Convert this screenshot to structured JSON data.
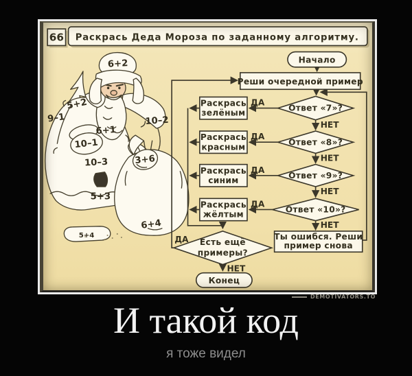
{
  "worksheet": {
    "number": "66",
    "task": "Раскрась Деда Мороза по заданному алгоритму.",
    "flowchart": {
      "start": "Начало",
      "solve": "Реши очередной пример",
      "yes": "ДА",
      "no": "НЕТ",
      "decisions": [
        "Ответ «7»?",
        "Ответ «8»?",
        "Ответ «9»?",
        "Ответ «10»?"
      ],
      "actions": [
        {
          "line1": "Раскрась",
          "line2": "зелёным"
        },
        {
          "line1": "Раскрась",
          "line2": "красным"
        },
        {
          "line1": "Раскрась",
          "line2": "синим"
        },
        {
          "line1": "Раскрась",
          "line2": "жёлтым"
        }
      ],
      "error": {
        "line1": "Ты ошибся. Реши",
        "line2": "пример снова"
      },
      "more": {
        "line1": "Есть ещё",
        "line2": "примеры?"
      },
      "end": "Конец"
    },
    "figure": {
      "labels": {
        "hat": "6+2",
        "tree": "5+2",
        "left_sleeve": "9–1",
        "chest": "6+1",
        "left_mitten": "10–1",
        "right_shoulder": "10–2",
        "coat_lower": "10–3",
        "right_mitten": "3+6",
        "coat_hem": "5+3",
        "sack": "6+4",
        "boot": "5+4"
      }
    }
  },
  "caption": {
    "title": "И такой код",
    "subtitle": "я тоже видел"
  },
  "watermark": "DEMOTIVATORS.TO",
  "colors": {
    "background": "#050505",
    "frame_border": "#ebebeb",
    "paper": "#f1e1ae",
    "ink": "#3b372a",
    "node_fill": "#fcf8ea",
    "caption_title": "#f2f2f2",
    "caption_subtitle": "#8d8d8d"
  }
}
